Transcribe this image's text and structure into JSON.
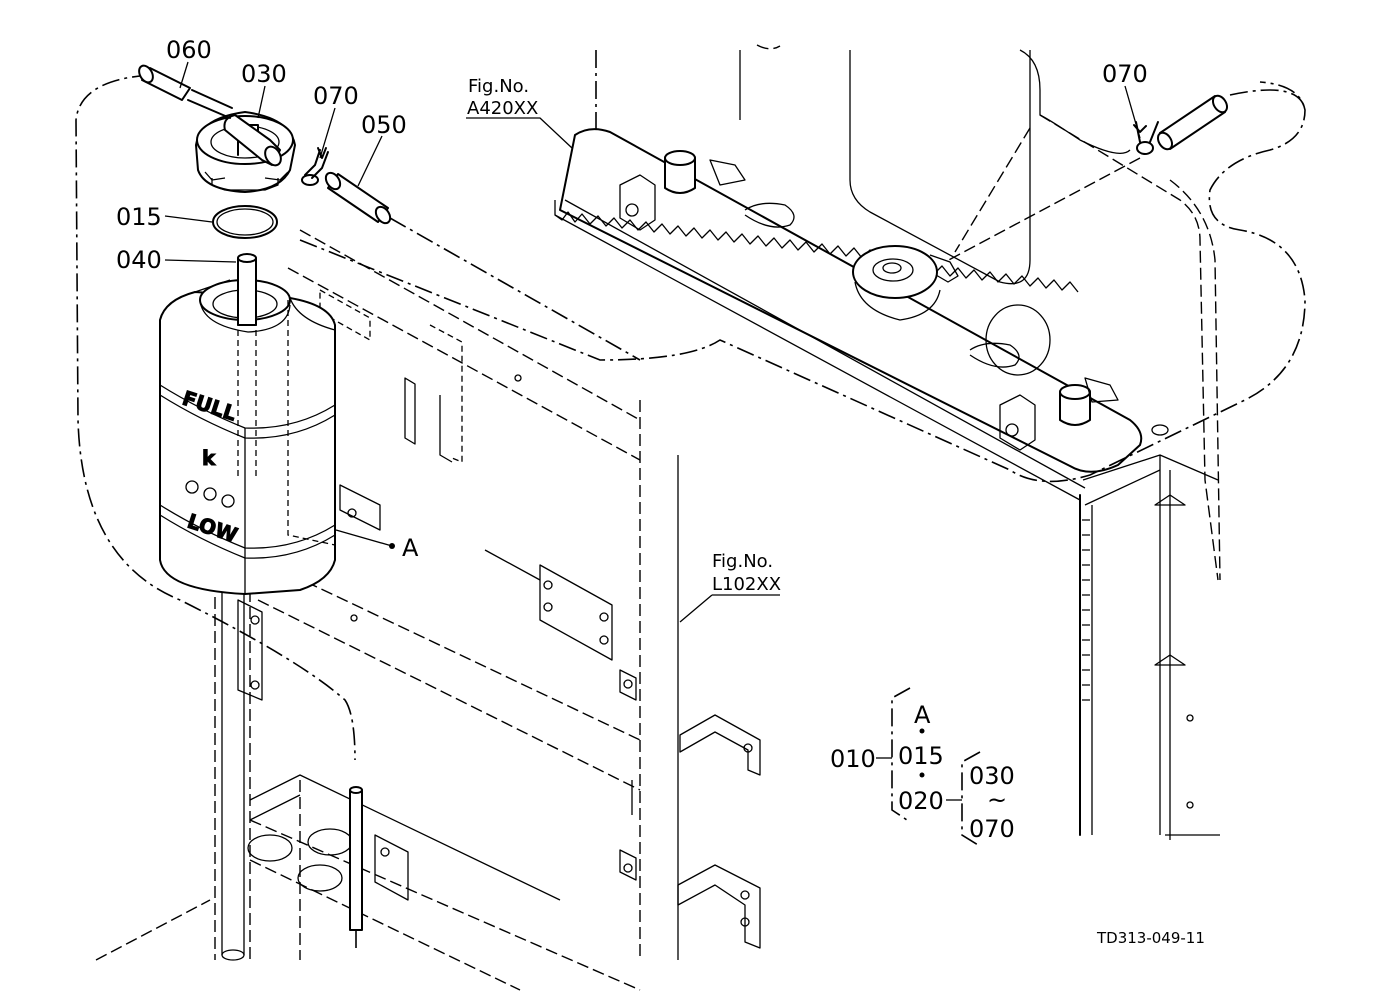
{
  "parts": {
    "p060": "060",
    "p030": "030",
    "p070_left": "070",
    "p050": "050",
    "p015": "015",
    "p040": "040",
    "p070_right": "070"
  },
  "tank_marks": {
    "full": "FULL",
    "k": "k",
    "low": "LOW"
  },
  "callout_a": "A",
  "figure_refs": {
    "radiator": {
      "line1": "Fig.No.",
      "line2": "A420XX"
    },
    "frame": {
      "line1": "Fig.No.",
      "line2": "L102XX"
    }
  },
  "assembly_tree": {
    "root": "010",
    "item_a": "A",
    "item_015": "015",
    "item_020": "020",
    "range_start": "030",
    "range_sep": "~",
    "range_end": "070"
  },
  "drawing_code": "TD313-049-11"
}
